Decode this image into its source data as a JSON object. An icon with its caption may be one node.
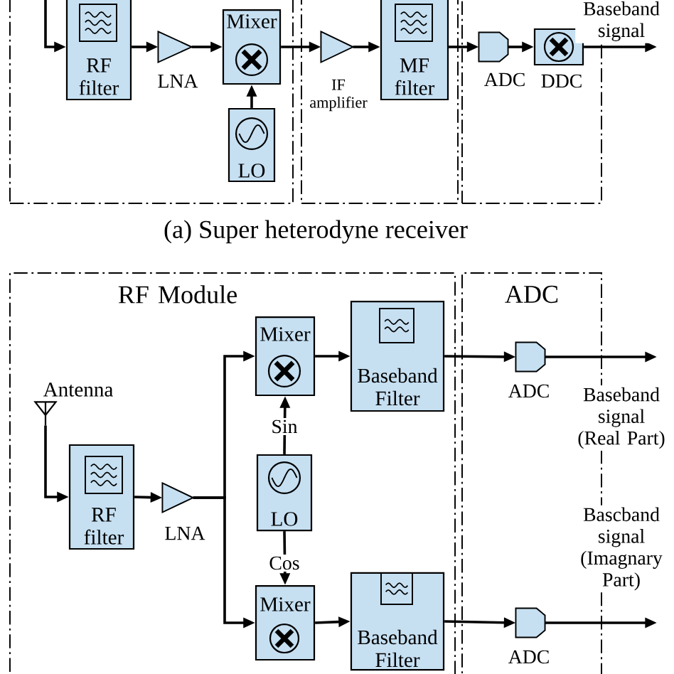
{
  "diagram": {
    "nodes": [
      {
        "text": [],
        "shape": "box"
      },
      {
        "text": [
          "RF filter"
        ],
        "in": 0
      },
      {
        "text": [],
        "shape": "triangle",
        "in": 0,
        "beside": [
          "LNA"
        ]
      },
      {
        "text": [
          "Mixer"
        ],
        "in": 0
      },
      {
        "text": [
          "LO"
        ],
        "in": 0
      },
      {
        "text": [],
        "shape": "box"
      },
      {
        "text": [],
        "shape": "triangle",
        "in": 5,
        "beside": [
          "IF amplifier"
        ]
      },
      {
        "text": [
          "MF filter"
        ],
        "in": 5
      },
      {
        "text": [],
        "shape": "box"
      },
      {
        "text": [],
        "shape": "gate",
        "in": 8,
        "beside": [
          "ADC"
        ]
      },
      {
        "text": [],
        "shape": "box",
        "in": 8,
        "beside": [
          "DDC"
        ]
      },
      {
        "text": [
          "RF Module"
        ]
      },
      {
        "text": [
          "ADC"
        ]
      },
      {
        "text": [],
        "shape": "antenna",
        "in": 11
      },
      {
        "text": [
          "RF filter"
        ],
        "in": 11
      },
      {
        "text": [],
        "shape": "triangle",
        "in": 11,
        "beside": [
          "LNA"
        ]
      },
      {
        "text": [
          "Mixer"
        ],
        "in": 11
      },
      {
        "text": [
          "LO"
        ],
        "in": 11
      },
      {
        "text": [
          "Mixer"
        ],
        "in": 11
      },
      {
        "text": [
          "Baseband Filter"
        ],
        "in": 11
      },
      {
        "text": [
          "Baseband Filter"
        ],
        "in": 11
      },
      {
        "text": [],
        "shape": "gate",
        "in": 12,
        "beside": [
          "ADC"
        ]
      },
      {
        "text": [],
        "shape": "gate",
        "in": 12,
        "beside": [
          "ADC"
        ]
      }
    ],
    "edges": [
      {
        "from": null,
        "to": 1,
        "arrow": "to"
      },
      {
        "from": 1,
        "to": 2,
        "arrow": "to"
      },
      {
        "from": 2,
        "to": 3,
        "arrow": "to"
      },
      {
        "from": 4,
        "to": 3,
        "arrow": "to"
      },
      {
        "from": 3,
        "to": 6,
        "arrow": "to"
      },
      {
        "from": 6,
        "to": 7,
        "arrow": "to"
      },
      {
        "from": 7,
        "to": 9,
        "arrow": "to"
      },
      {
        "from": 9,
        "to": 10,
        "arrow": "to"
      },
      {
        "from": 10,
        "to": null,
        "arrow": "to",
        "label": "Baseband signal"
      },
      {
        "from": 13,
        "to": 14,
        "arrow": "to"
      },
      {
        "from": 14,
        "to": 15,
        "arrow": "to"
      },
      {
        "from": 15,
        "to": 16,
        "arrow": "to"
      },
      {
        "from": 15,
        "to": 18,
        "arrow": "to"
      },
      {
        "from": 17,
        "to": 16,
        "arrow": "to",
        "label": "Sin"
      },
      {
        "from": 17,
        "to": 18,
        "arrow": "to",
        "label": "Cos"
      },
      {
        "from": 16,
        "to": 19,
        "arrow": "to"
      },
      {
        "from": 18,
        "to": 20,
        "arrow": "to"
      },
      {
        "from": 19,
        "to": 21,
        "arrow": "to"
      },
      {
        "from": 20,
        "to": 22,
        "arrow": "to"
      },
      {
        "from": 21,
        "to": null,
        "arrow": "to",
        "label": "Baseband signal (Real Part)"
      },
      {
        "from": 22,
        "to": null,
        "arrow": "to",
        "label": "Bascband signal (Imagnary Part)"
      }
    ],
    "labels": [
      "(a) Super heterodyne receiver",
      "Antenna"
    ]
  }
}
